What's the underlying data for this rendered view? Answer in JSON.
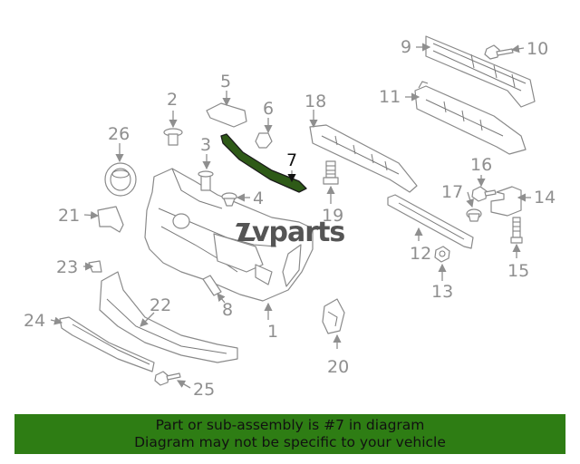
{
  "diagram": {
    "highlighted_part": "7",
    "labels": [
      "1",
      "2",
      "3",
      "4",
      "5",
      "6",
      "7",
      "8",
      "9",
      "10",
      "11",
      "12",
      "13",
      "14",
      "15",
      "16",
      "17",
      "18",
      "19",
      "20",
      "21",
      "22",
      "23",
      "24",
      "25",
      "26"
    ],
    "highlight_color": "#2e5a17"
  },
  "watermark": {
    "text": "vparts"
  },
  "banner": {
    "line1": "Part or sub-assembly is #7 in diagram",
    "line2": "Diagram may not be specific to your vehicle",
    "color": "#2e7d14"
  }
}
